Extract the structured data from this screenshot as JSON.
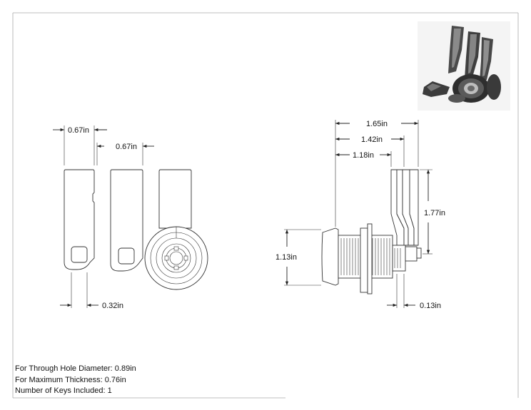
{
  "drawing": {
    "left_views": {
      "dim_cam1_width": "0.67in",
      "dim_cam2_width": "0.67in",
      "dim_offset": "0.32in"
    },
    "side_view": {
      "dim_overall": "1.65in",
      "dim_mid": "1.42in",
      "dim_inner": "1.18in",
      "dim_cam_height": "1.77in",
      "dim_body_height": "1.13in",
      "dim_nut": "0.13in"
    },
    "specs": [
      "For Through Hole Diameter: 0.89in",
      "For Maximum Thickness: 0.76in",
      "Number of Keys Included: 1"
    ],
    "colors": {
      "line": "#222222",
      "photo_dark": "#3a3a3a",
      "photo_mid": "#7a7a7a",
      "photo_light": "#bdbdbd"
    },
    "icons": [
      "product-photo"
    ]
  }
}
